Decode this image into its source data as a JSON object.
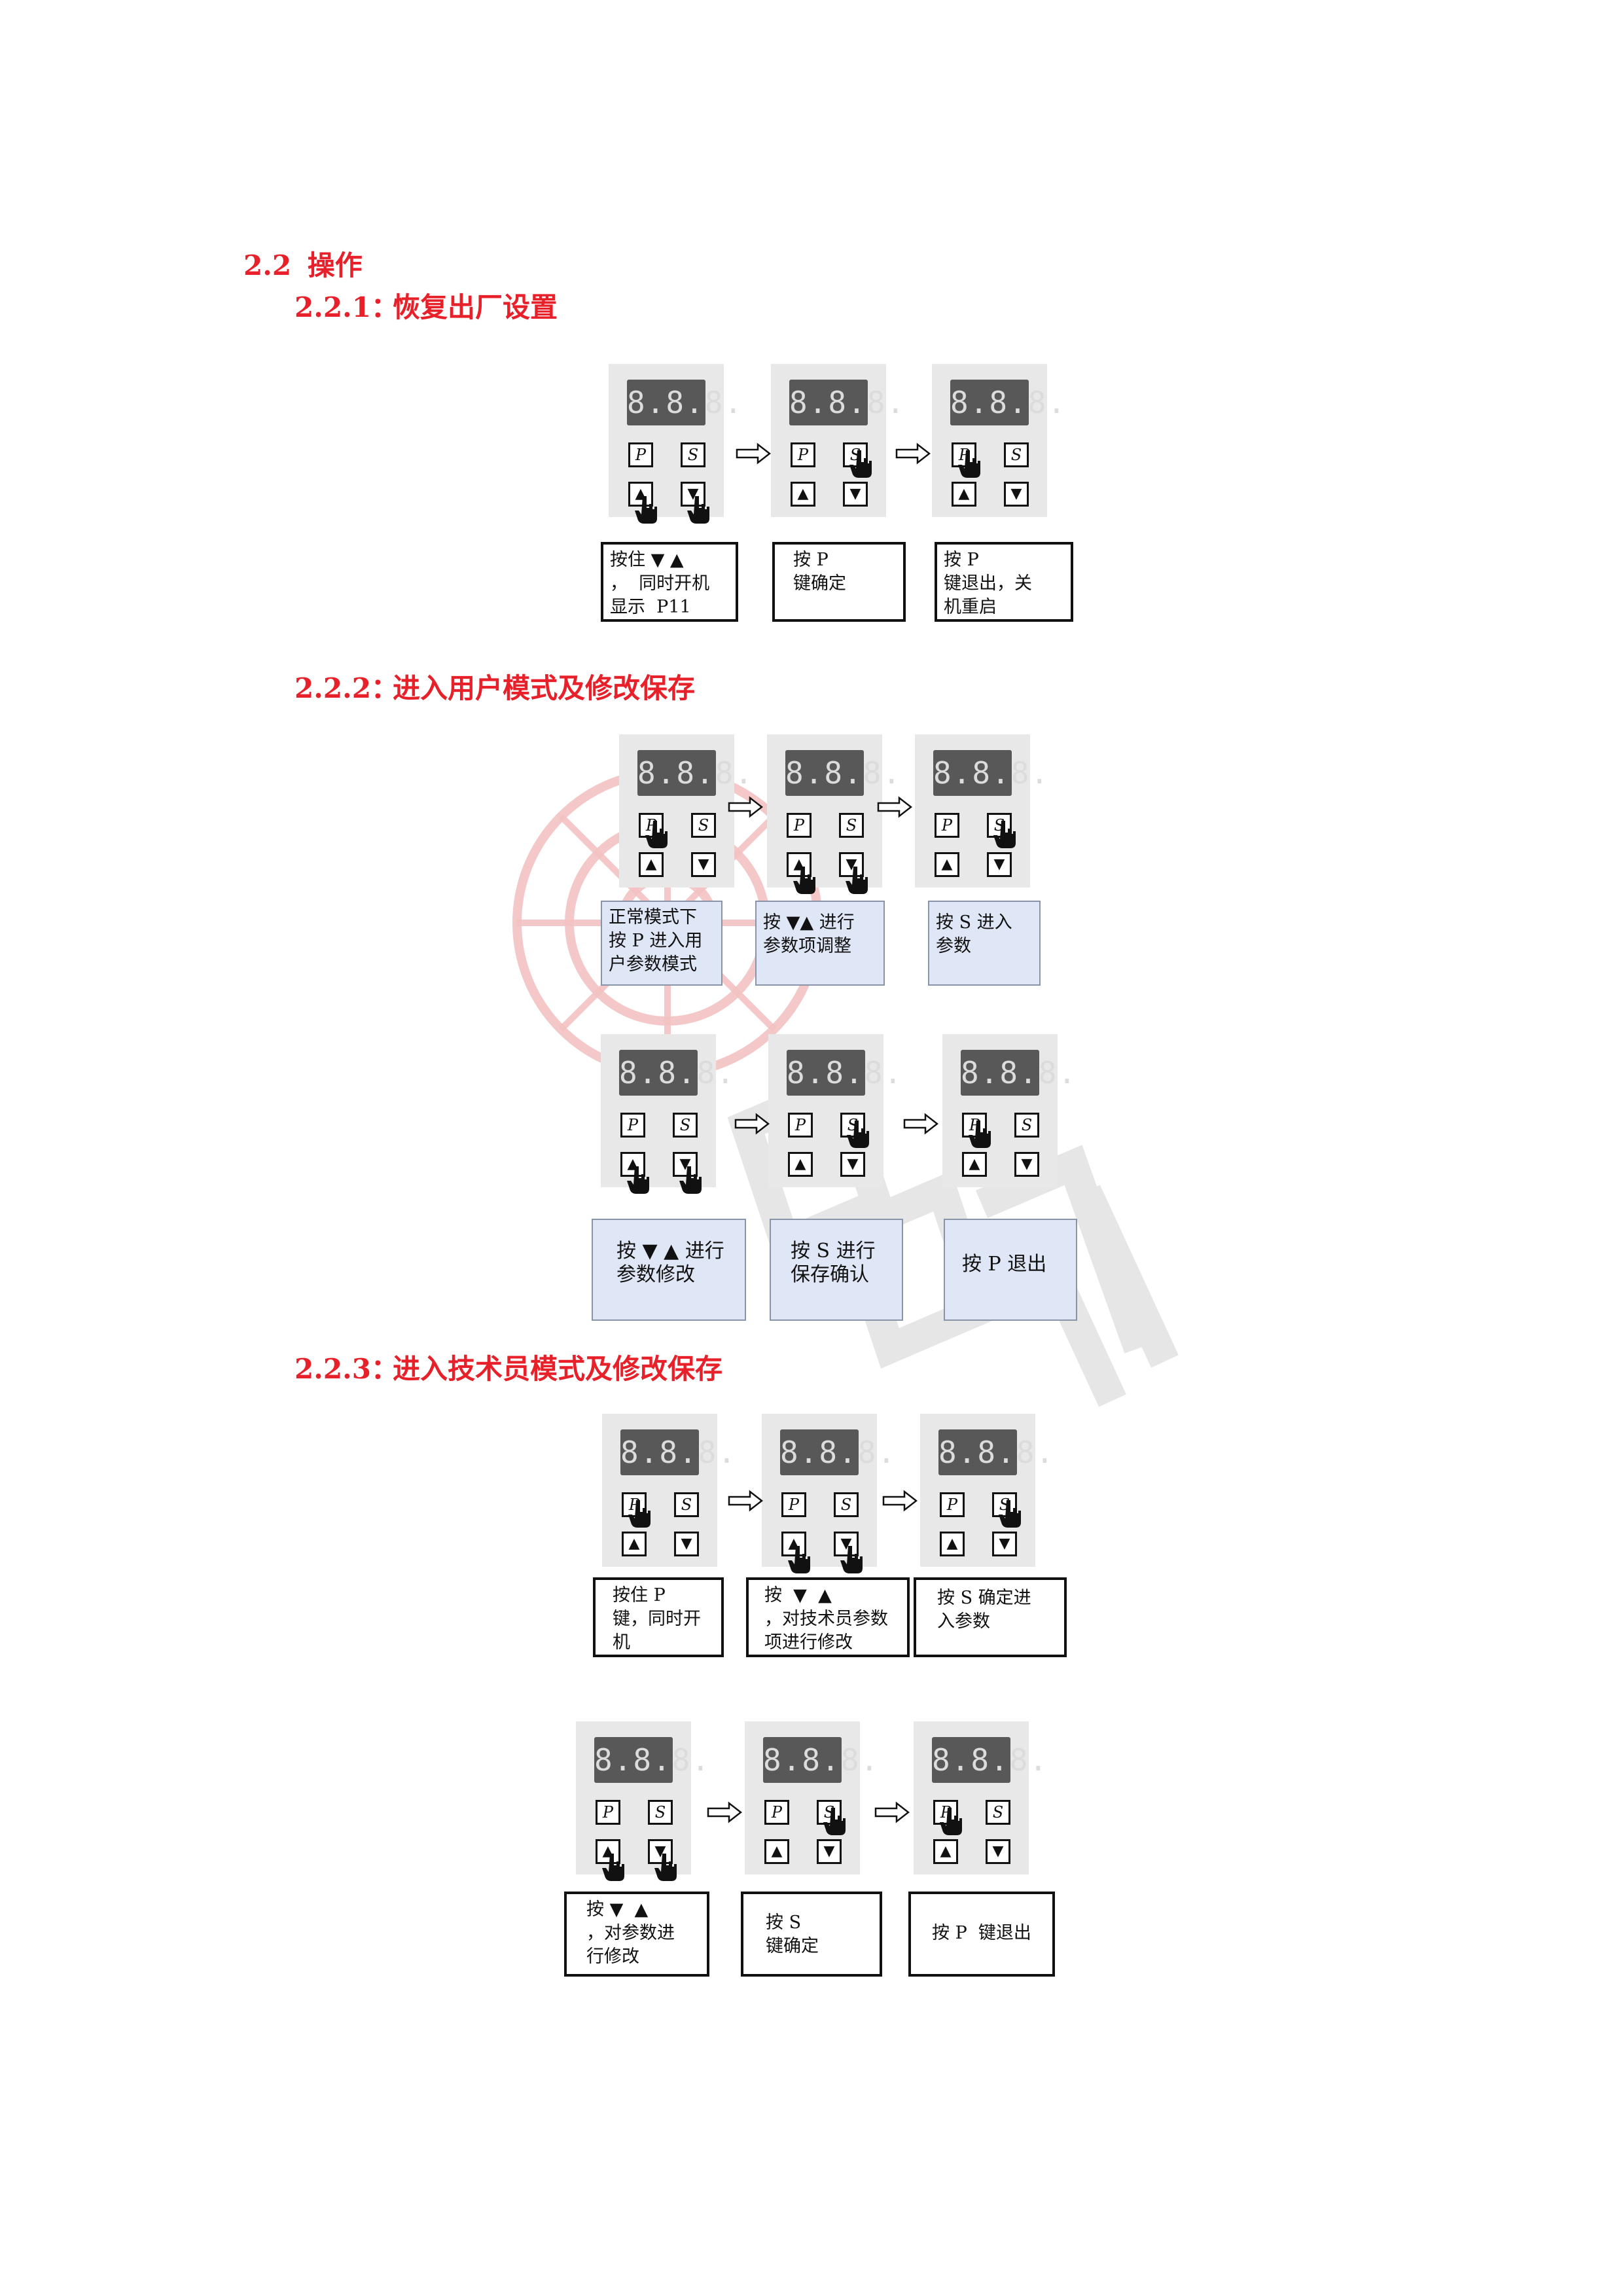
{
  "section": {
    "num": "2.2",
    "title": "操作"
  },
  "sub1": {
    "num": "2.2.1：",
    "title": "恢复出厂设置"
  },
  "sub2": {
    "num": "2.2.2：",
    "title": "进入用户模式及修改保存"
  },
  "sub3": {
    "num": "2.2.3：",
    "title": "进入技术员模式及修改保存"
  },
  "display": "8.8.8.",
  "keys": {
    "p": "P",
    "s": "S",
    "up": "▲",
    "down": "▼"
  },
  "captions": {
    "c1a": "按住 ▼ ▲\n，  同时开机\n显示  P11",
    "c1b": "按 P\n键确定",
    "c1c": "按 P\n键退出，关\n机重启",
    "c2a": "正常模式下\n按 P 进入用\n户参数模式",
    "c2b": "按 ▼▲ 进行\n参数项调整",
    "c2c": "按 S 进入\n参数",
    "c2d": "按 ▼ ▲ 进行\n参数修改",
    "c2e": "按 S 进行\n保存确认",
    "c2f": "按 P 退出",
    "c3a": "按住 P\n键，同时开\n机",
    "c3b": "按  ▼  ▲\n，对技术员参数\n项进行修改",
    "c3c": "按 S 确定进\n入参数",
    "c3d": "按 ▼  ▲\n，对参数进\n行修改",
    "c3e": "按 S\n键确定",
    "c3f": "按 P  键退出"
  },
  "colors": {
    "heading": "#e8202a",
    "panel": "#e8e8e8",
    "lcd": "#585858",
    "caption_blue": "#dfe6f5"
  }
}
